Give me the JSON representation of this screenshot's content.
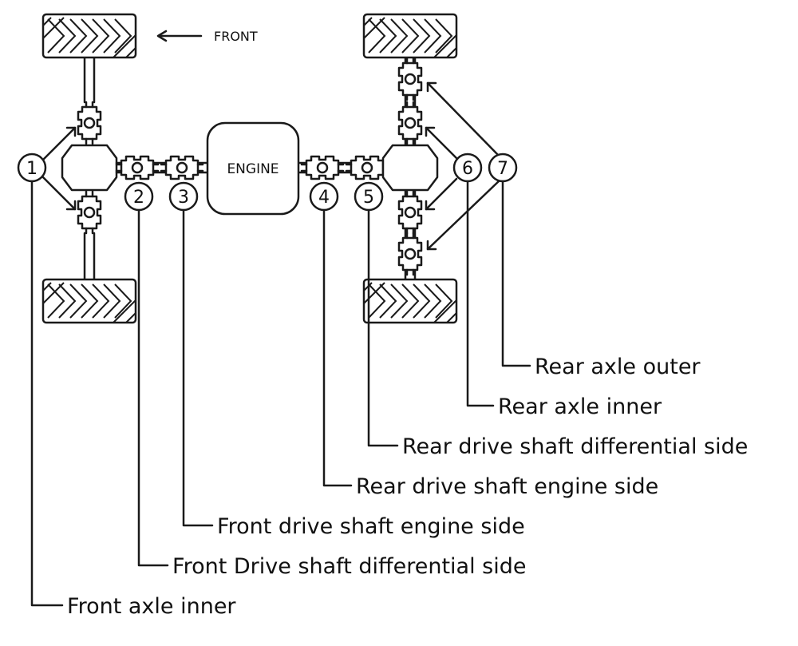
{
  "direction_label": "FRONT",
  "engine_label": "ENGINE",
  "callouts": [
    {
      "number": "1",
      "label": "Front axle inner"
    },
    {
      "number": "2",
      "label": "Front Drive shaft differential side"
    },
    {
      "number": "3",
      "label": "Front drive shaft engine side"
    },
    {
      "number": "4",
      "label": "Rear drive shaft engine side"
    },
    {
      "number": "5",
      "label": "Rear drive shaft differential side"
    },
    {
      "number": "6",
      "label": "Rear axle inner"
    },
    {
      "number": "7",
      "label": "Rear axle outer"
    }
  ]
}
